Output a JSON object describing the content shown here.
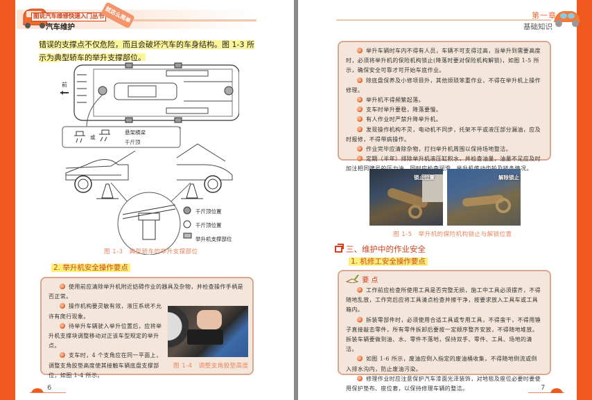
{
  "colors": {
    "accent_orange": "#f05a1e",
    "caption_orange": "#e8855e",
    "heading_red": "#d2411d",
    "highlight_yellow": "#fdf59a",
    "box_bg": "#f4e6da",
    "box_border": "#d9a68f",
    "gutter_gray": "#8a8a8a"
  },
  "left_page": {
    "header": {
      "series": "图说汽车维修快速入门丛书",
      "badge": "就这么简单",
      "title": "汽车维护"
    },
    "intro_text": "错误的支撑点不仅危险，而且会破坏汽车的车身结构。图 1-3 所示为典型轿车的举升支撑部位。",
    "figure_1_3": {
      "front_label": "前",
      "inset_or": "或",
      "inset_label_1": "悬架横梁",
      "inset_label_2": "千斤顶",
      "legend": [
        {
          "icon": "hatched-circle-icon",
          "label": "千斤顶位置"
        },
        {
          "icon": "open-circle-icon",
          "label": "千斤顶位置"
        },
        {
          "icon": "hatched-rect-icon",
          "label": "举升机支撑部位"
        }
      ],
      "caption": "图 1-3　典型轿车的举升支撑部位"
    },
    "subheading": "2. 举升机安全操作要点",
    "box_items": [
      "使用前应清除举升机附近妨碍作业的器具及杂物，并检查操作手柄是否正常。",
      "操作机构要灵敏有效，液压系统不允许有爬行现象。",
      "待举升车辆驶入举升位置后，应将举升机支撑块调整移动对正该车型规定的举升点。",
      "支车时，4 个支角应在同一平面上，调整支角胶垫高度使其接触车辆底盘支撑部位，如图 1-4 所示。"
    ],
    "figure_1_4": {
      "caption": "图 1-4　调整支角胶垫高度"
    },
    "page_number": "6"
  },
  "right_page": {
    "header": {
      "chapter": "第一章",
      "subtitle": "基础知识"
    },
    "box_items": [
      "举升车辆时车内不得有人员，车辆不可支得过高，当举升到需要高度时，必须将举升机的保险机构锁止(降落时要对保险机构解锁)，如图 1-5 所示，确保安全可靠才可开始车底作业。",
      "除底盘保养及小修项目外，其他烦琐笨重作业，不得在举升机上操作修理。",
      "举升机不得频繁起落。",
      "支车时举升要稳，降落要慢。",
      "有人作业时严禁升降举升机。",
      "发现操作机构不灵，电动机不同步，托架不平或液压部分漏油，应及时报修，不得带病操作。",
      "作业完毕应清除杂物，打扫举升机周围以保持场地整洁。",
      "定期（半年）排除举升机液压缸积水，并检查油量，油量不足应及时加注相同牌号的压力油。同时应检查润滑、举升机传动齿轮及链条情况。"
    ],
    "figure_1_5": {
      "label_left": "锁止位置",
      "label_right": "解除锁止",
      "caption": "图 1-5　举升机的保险机构锁止与解锁位置"
    },
    "section_heading": "三、维护中的作业安全",
    "subheading": "1. 机修工安全操作要点",
    "key_points": {
      "title": "要 点",
      "items": [
        "工作前应检查所使用工具是否完整无损，施工中工具必须摆齐，不得随地乱放，工作完后应将工具清点检查并擦干净，按要求放入工具车或工具箱内。",
        "拆装零部件时，必须使用合适工具或专用工具，不得蛮干，不得用锤子直接敲击零件，所有零件拆卸后要按一定顺序整齐安放，不得随地堆放。拆装车辆要做到油、水、零件不落地，保持双手、零件、工具、场地的清洁。",
        "如图 1-6 所示，废油应倒入指定的废油桶收集，不得随地倒流或倒入排水沟内，防止废油污染。",
        "修理作业时应注意保护汽车漆面光泽装饰，对地毯及座位必要时要使用保护垫布、座位套，以保持修理车辆的整洁。"
      ]
    },
    "page_number": "7"
  }
}
